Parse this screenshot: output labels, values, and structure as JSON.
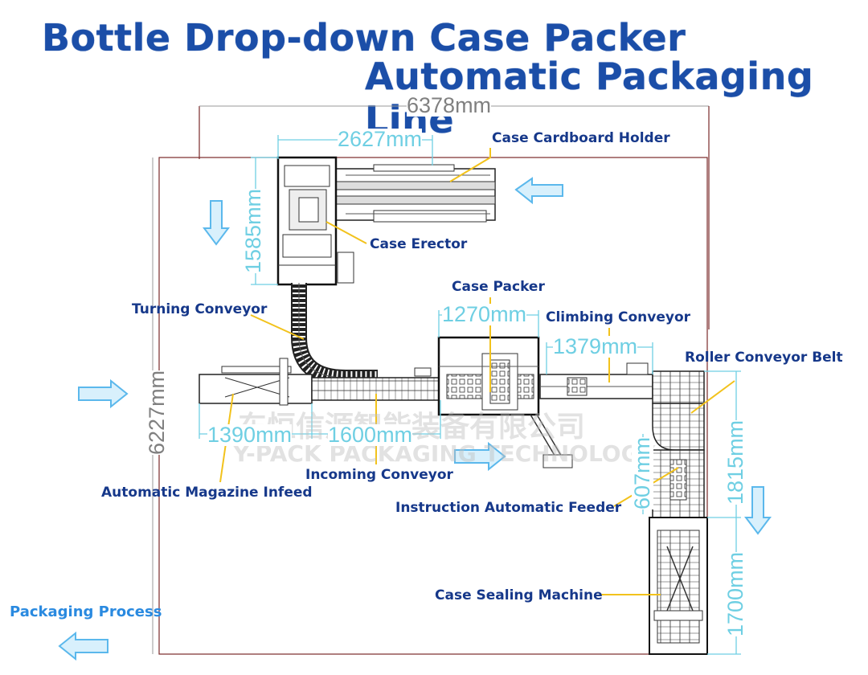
{
  "title": {
    "line1": "Bottle Drop-down Case Packer",
    "line2": "Automatic Packaging Line"
  },
  "dimensions": {
    "overall_width": "6378mm",
    "overall_height": "6227mm",
    "holder_width": "2627mm",
    "erector_height": "1585mm",
    "packer_width": "1270mm",
    "climbing_width": "1379mm",
    "infeed_length": "1390mm",
    "incoming_length": "1600mm",
    "feeder_width": "607mm",
    "roller_length": "1815mm",
    "sealer_length": "1700mm"
  },
  "labels": {
    "case_cardboard_holder": "Case Cardboard Holder",
    "case_erector": "Case Erector",
    "case_packer": "Case Packer",
    "turning_conveyor": "Turning Conveyor",
    "climbing_conveyor": "Climbing Conveyor",
    "roller_conveyor_belt": "Roller Conveyor Belt",
    "incoming_conveyor": "Incoming Conveyor",
    "automatic_magazine_infeed": "Automatic Magazine Infeed",
    "instruction_automatic_feeder": "Instruction Automatic Feeder",
    "case_sealing_machine": "Case Sealing Machine",
    "packaging_process": "Packaging Process"
  },
  "watermark": {
    "chinese": "东恒信源智能装备有限公司",
    "english": "Y-PACK PACKAGING TECHNOLOGY"
  },
  "colors": {
    "title": "#1b4ea8",
    "label": "#16388a",
    "dimension": "#6fcfe3",
    "leader": "#f2c21c",
    "arrow": "#5bb8ec",
    "frame": "#7a2a2a"
  }
}
